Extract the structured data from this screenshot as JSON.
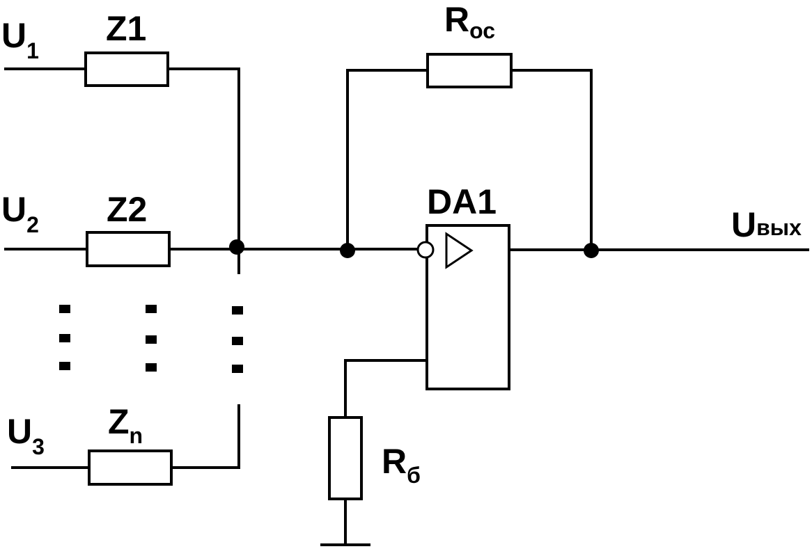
{
  "colors": {
    "ink": "#000000",
    "background": "#ffffff"
  },
  "inputs": [
    {
      "base": "U",
      "sub": "1"
    },
    {
      "base": "U",
      "sub": "2"
    },
    {
      "base": "U",
      "sub": "3"
    }
  ],
  "impedances": [
    {
      "base": "Z1",
      "sub": ""
    },
    {
      "base": "Z2",
      "sub": ""
    },
    {
      "base": "Z",
      "sub": "n"
    }
  ],
  "feedback_resistor": {
    "base": "R",
    "sub": "ос"
  },
  "bias_resistor": {
    "base": "R",
    "sub": "б"
  },
  "opamp": {
    "label": "DA1"
  },
  "output": {
    "base": "U",
    "sub": "вых"
  }
}
